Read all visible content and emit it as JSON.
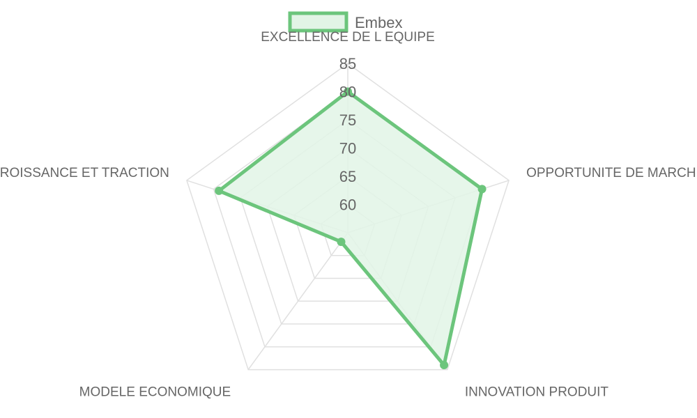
{
  "chart_data": {
    "type": "radar",
    "categories": [
      "EXCELLENCE DE L EQUIPE",
      "OPPORTUNITE DE MARCHE",
      "INNOVATION PRODUIT",
      "MODELE ECONOMIQUE",
      "CROISSANCE ET TRACTION"
    ],
    "series": [
      {
        "name": "Embex",
        "values": [
          80,
          80,
          84,
          57,
          79
        ]
      }
    ],
    "rlim": [
      55,
      85
    ],
    "ticks": [
      "60",
      "65",
      "70",
      "75",
      "80",
      "85"
    ],
    "tick_values": [
      60,
      65,
      70,
      75,
      80,
      85
    ],
    "legend": "top",
    "grid": true
  },
  "colors": {
    "series": "#6cc57c",
    "fill": "#e2f4e6",
    "grid": "#e0e0e0",
    "text": "#666666"
  }
}
